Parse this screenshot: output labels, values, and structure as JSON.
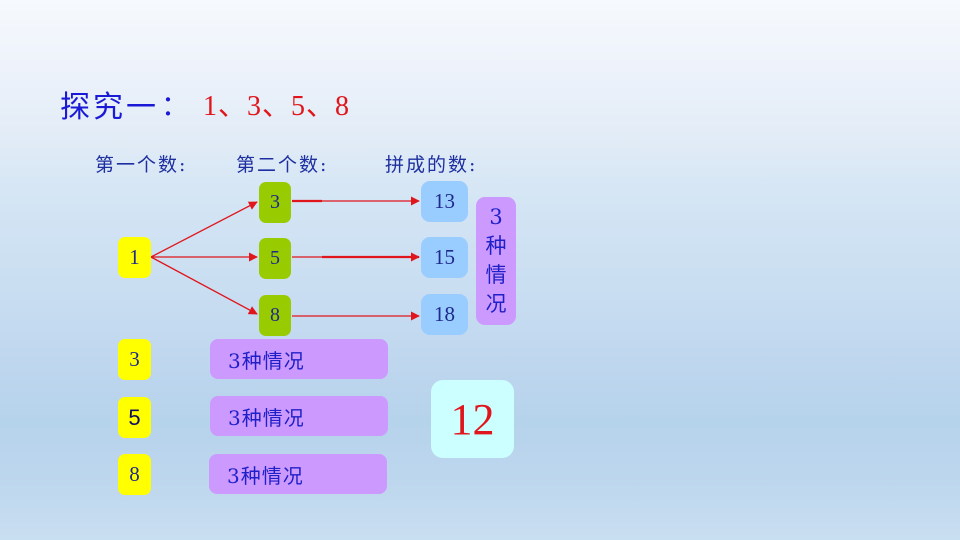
{
  "title": {
    "label": "探究一",
    "colon": "：",
    "numbers": "1、3、5、8",
    "label_color": "#1a1ad6",
    "numbers_color": "#e0161c"
  },
  "headers": {
    "first": "第一个数:",
    "second": "第二个数:",
    "result": "拼成的数:"
  },
  "tree": {
    "root": "1",
    "second_digits": [
      "3",
      "5",
      "8"
    ],
    "combined": [
      "13",
      "15",
      "18"
    ],
    "case_count_vertical": [
      "3",
      "种",
      "情",
      "况"
    ]
  },
  "other_first_digits": [
    {
      "digit": "3",
      "cases": "3种情况"
    },
    {
      "digit": "5",
      "cases": "3种情况"
    },
    {
      "digit": "8",
      "cases": "3种情况"
    }
  ],
  "total": "12",
  "colors": {
    "yellow_box": "#ffff00",
    "green_box": "#99cc00",
    "blue_box": "#99ccff",
    "purple_box": "#cc99ff",
    "result_box": "#ccffff",
    "arrow": "#e0161c",
    "text_blue": "#1e2a8c"
  }
}
